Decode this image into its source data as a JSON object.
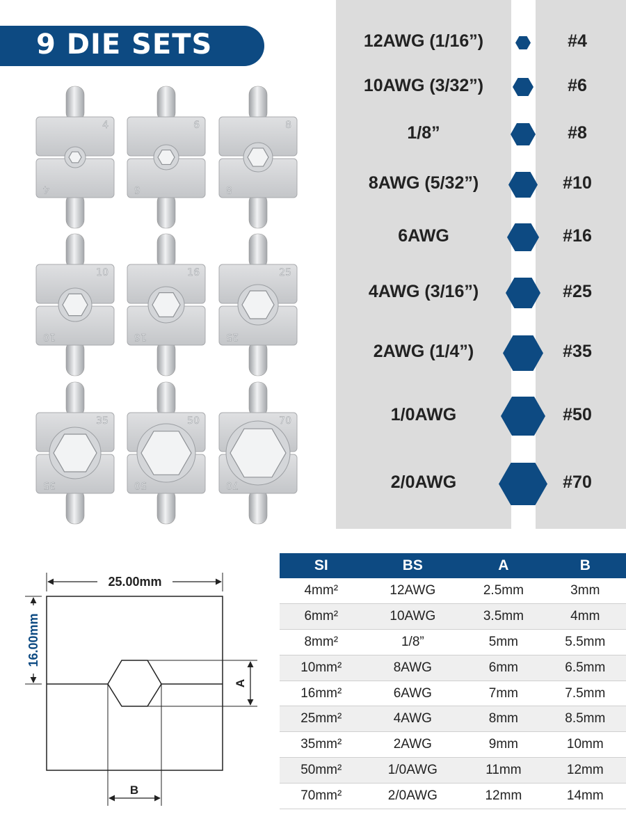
{
  "banner": {
    "title": "9 DIE SETS"
  },
  "dies": [
    "4",
    "6",
    "8",
    "10",
    "16",
    "25",
    "35",
    "50",
    "70"
  ],
  "sizes": [
    {
      "label": "12AWG (1/16”)",
      "number": "#4"
    },
    {
      "label": "10AWG (3/32”)",
      "number": "#6"
    },
    {
      "label": "1/8”",
      "number": "#8"
    },
    {
      "label": "8AWG (5/32”)",
      "number": "#10"
    },
    {
      "label": "6AWG",
      "number": "#16"
    },
    {
      "label": "4AWG (3/16”)",
      "number": "#25"
    },
    {
      "label": "2AWG (1/4”)",
      "number": "#35"
    },
    {
      "label": "1/0AWG",
      "number": "#50"
    },
    {
      "label": "2/0AWG",
      "number": "#70"
    }
  ],
  "diagram": {
    "width_label": "25.00mm",
    "height_label": "16.00mm",
    "a_label": "A",
    "b_label": "B"
  },
  "table": {
    "headers": [
      "SI",
      "BS",
      "A",
      "B"
    ],
    "rows": [
      [
        "4mm²",
        "12AWG",
        "2.5mm",
        "3mm"
      ],
      [
        "6mm²",
        "10AWG",
        "3.5mm",
        "4mm"
      ],
      [
        "8mm²",
        "1/8”",
        "5mm",
        "5.5mm"
      ],
      [
        "10mm²",
        "8AWG",
        "6mm",
        "6.5mm"
      ],
      [
        "16mm²",
        "6AWG",
        "7mm",
        "7.5mm"
      ],
      [
        "25mm²",
        "4AWG",
        "8mm",
        "8.5mm"
      ],
      [
        "35mm²",
        "2AWG",
        "9mm",
        "10mm"
      ],
      [
        "50mm²",
        "1/0AWG",
        "11mm",
        "12mm"
      ],
      [
        "70mm²",
        "2/0AWG",
        "12mm",
        "14mm"
      ]
    ]
  },
  "colors": {
    "accent": "#0d4a82",
    "panel": "#dcdcdc",
    "die_metal": "#c9cbce"
  }
}
